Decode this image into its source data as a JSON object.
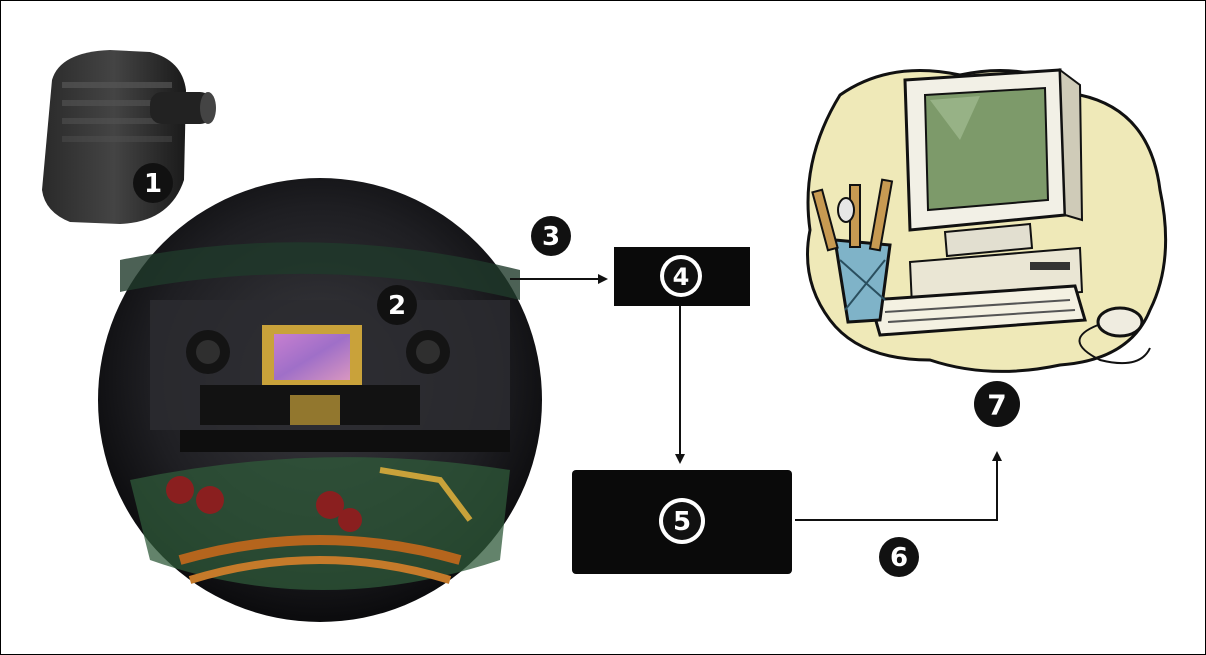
{
  "markers": {
    "m1": "1",
    "m2": "2",
    "m3": "3",
    "m4": "4",
    "m5": "5",
    "m6": "6",
    "m7": "7"
  },
  "colors": {
    "box": "#0a0a0a",
    "marker": "#111111",
    "arrow": "#111111",
    "monitor_screen": "#7d9a6a",
    "cloud": "#efe9b8"
  },
  "icons": [
    "camera-head-icon",
    "sensor-closeup-icon",
    "computer-icon"
  ]
}
